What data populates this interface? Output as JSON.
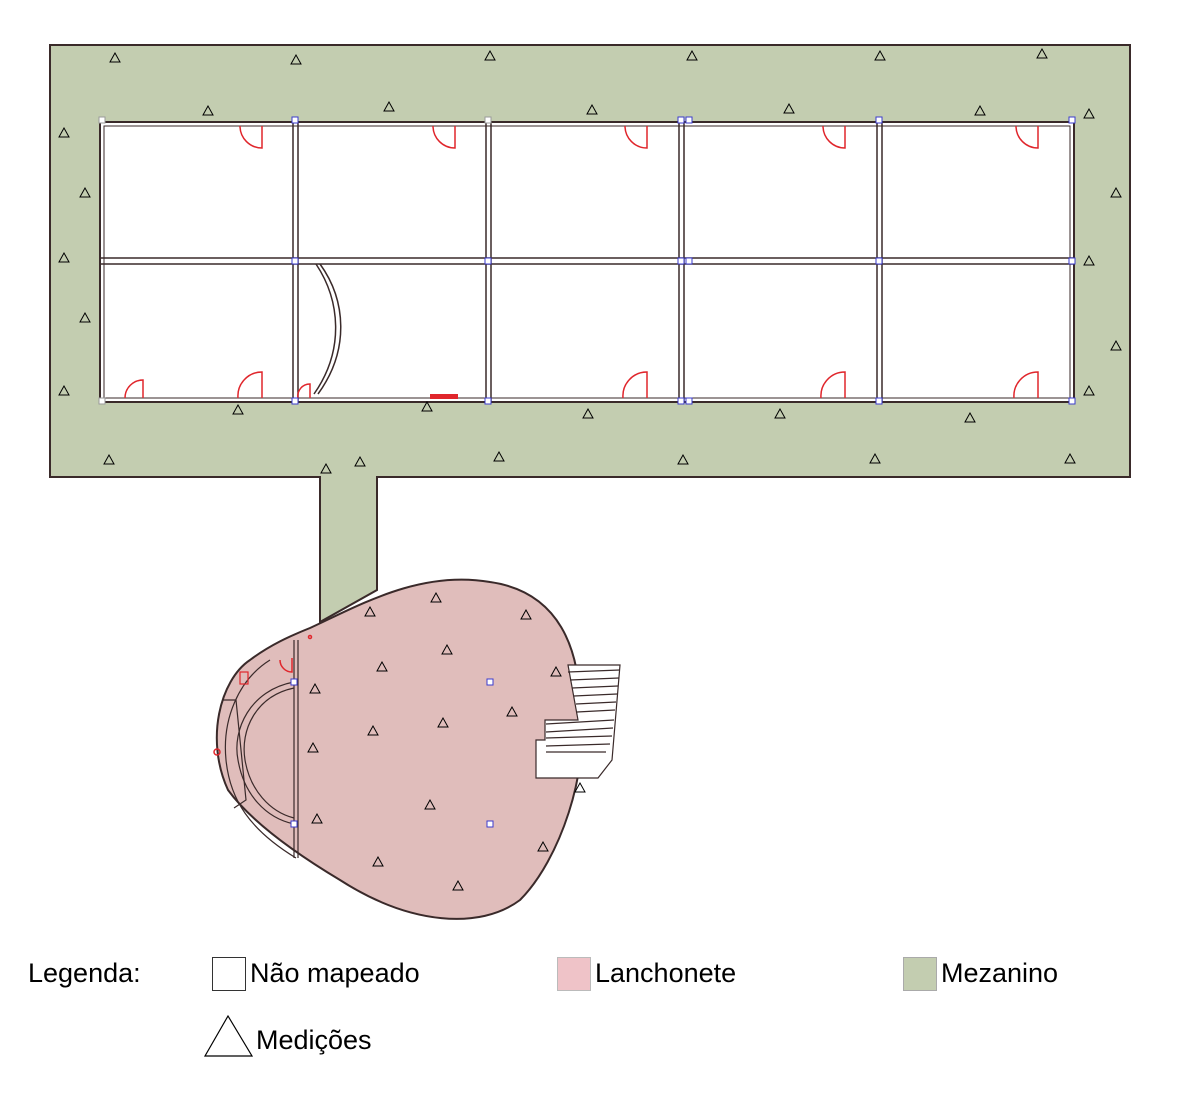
{
  "colors": {
    "mezanino": "#c3cdb0",
    "lanchonete": "#e0bdbb",
    "nao_mapeado": "#ffffff",
    "wall": "#3a2a2a",
    "door": "#e0262c",
    "node": "#3b3bcc",
    "legend_lanchonete": "#efc3c8",
    "legend_mezanino": "#c3cdb0"
  },
  "legend": {
    "title": "Legenda:",
    "items": {
      "nao_mapeado": {
        "label": "Não mapeado",
        "icon": "white-square-icon"
      },
      "lanchonete": {
        "label": "Lanchonete",
        "icon": "pink-square-icon"
      },
      "mezanino": {
        "label": "Mezanino",
        "icon": "green-square-icon"
      },
      "medicoes": {
        "label": "Medições",
        "icon": "triangle-icon"
      }
    }
  }
}
